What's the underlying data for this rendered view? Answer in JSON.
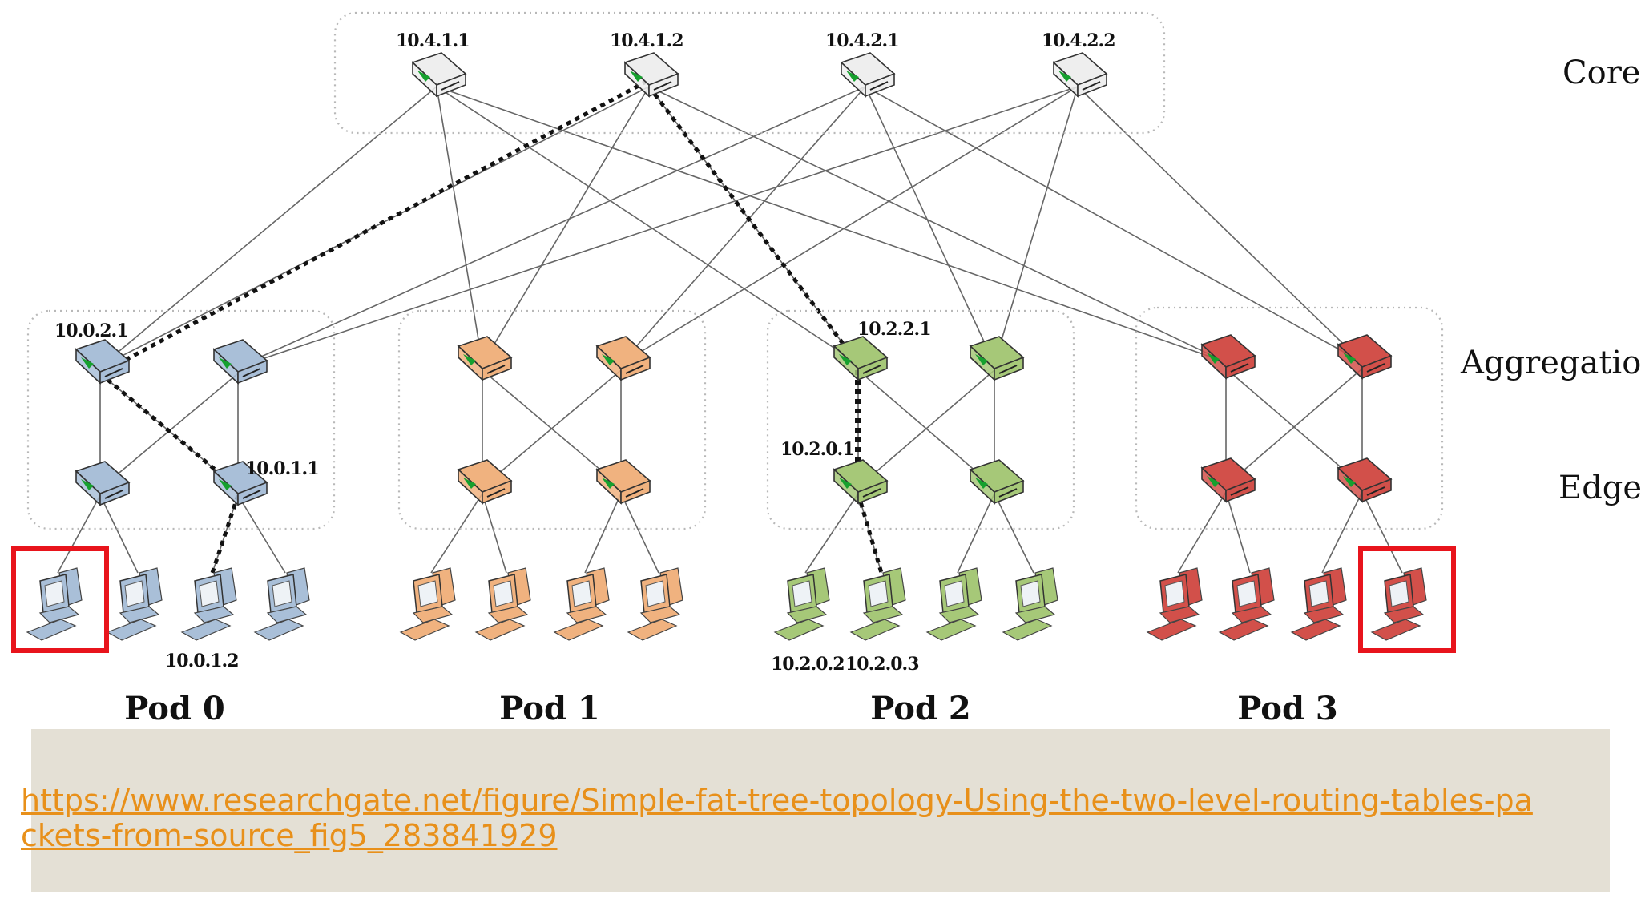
{
  "layers": {
    "core": "Core",
    "aggregation": "Aggregation",
    "edge": "Edge"
  },
  "pods": [
    "Pod 0",
    "Pod 1",
    "Pod 2",
    "Pod 3"
  ],
  "ip_labels": {
    "core_0": "10.4.1.1",
    "core_1": "10.4.1.2",
    "core_2": "10.4.2.1",
    "core_3": "10.4.2.2",
    "pod0_agg_0": "10.0.2.1",
    "pod0_edge_1": "10.0.1.1",
    "pod0_host_2": "10.0.1.2",
    "pod2_agg_0": "10.2.2.1",
    "pod2_edge_0": "10.2.0.1",
    "pod2_host_0": "10.2.0.2",
    "pod2_host_1": "10.2.0.3"
  },
  "pod_colors": [
    "#a9bfd8",
    "#f0b27f",
    "#a6c878",
    "#d2504a"
  ],
  "source": {
    "url": "https://www.researchgate.net/figure/Simple-fat-tree-topology-Using-the-two-level-routing-tables-packets-from-source_fig5_283841929"
  },
  "highlight_color": "#e8141c"
}
